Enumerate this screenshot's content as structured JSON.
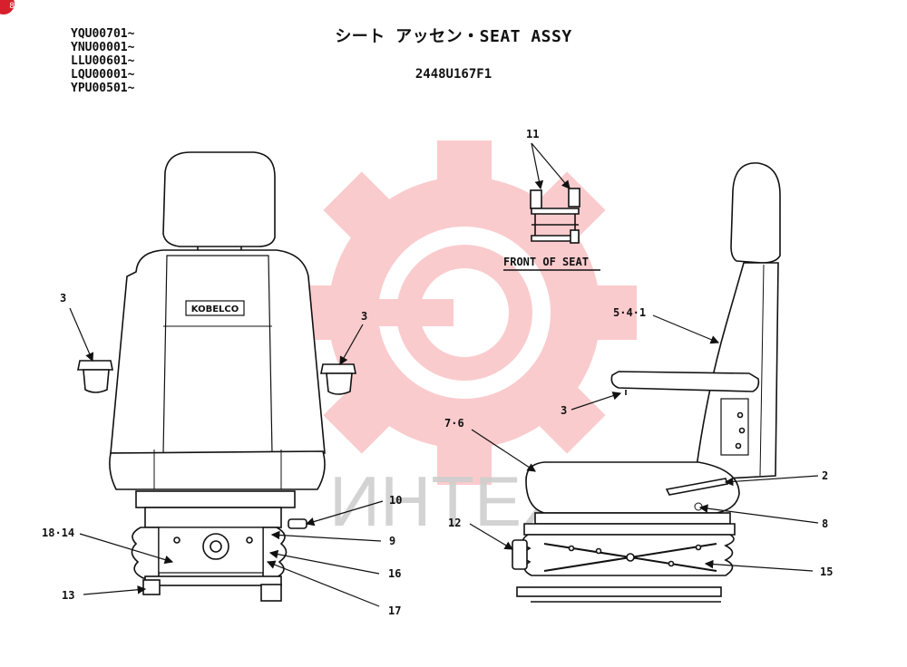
{
  "header": {
    "serials": [
      "YQU00701~",
      "YNU00001~",
      "LLU00601~",
      "LQU00001~",
      "YPU00501~"
    ],
    "title": "シート アッセン・SEAT ASSY",
    "part_number": "2448U167F1"
  },
  "corner_badge": "8",
  "watermark": {
    "text": "ИНТЕХ",
    "color": "#e8151f"
  },
  "front_of_seat_label": "FRONT OF SEAT",
  "backrest_logo": "KOBELCO",
  "callouts": {
    "c11": "11",
    "c3_left": "3",
    "c3_right": "3",
    "c3_side": "3",
    "c541": "5·4·1",
    "c76": "7·6",
    "c2": "2",
    "c8": "8",
    "c10": "10",
    "c9": "9",
    "c1814": "18·14",
    "c16": "16",
    "c13": "13",
    "c17": "17",
    "c12": "12",
    "c15": "15"
  }
}
